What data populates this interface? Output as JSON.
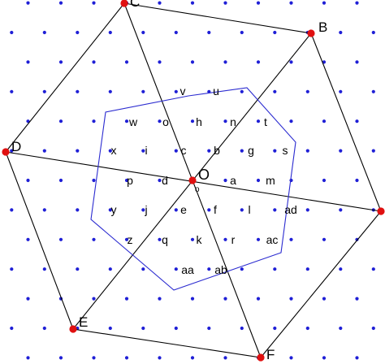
{
  "colors": {
    "lattice_dot": "#1f1fd6",
    "vertex_dot": "#e01010",
    "outer_hexagon": "#000000",
    "inner_hexagon": "#2b2bd0",
    "labels": "#000000"
  },
  "vertices": {
    "B": "B",
    "C": "C",
    "D": "D",
    "E": "E",
    "F": "F"
  },
  "origin": {
    "label": "O",
    "sub": "o"
  },
  "cells": [
    "v",
    "u",
    "w",
    "o",
    "h",
    "n",
    "t",
    "x",
    "i",
    "c",
    "b",
    "g",
    "s",
    "p",
    "d",
    "a",
    "m",
    "y",
    "j",
    "e",
    "f",
    "l",
    "ad",
    "z",
    "q",
    "k",
    "r",
    "ac",
    "aa",
    "ab"
  ]
}
